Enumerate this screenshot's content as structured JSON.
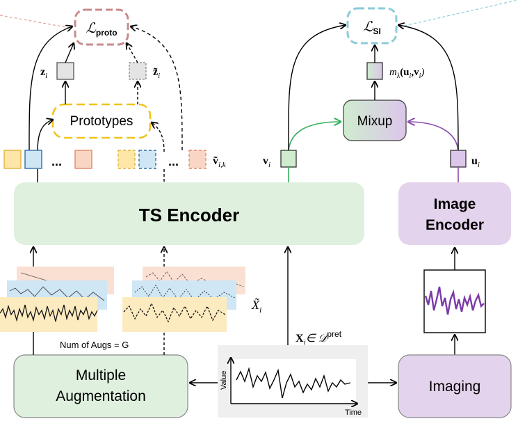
{
  "loss_proto": {
    "script": "ℒ",
    "sub": "proto"
  },
  "loss_si": {
    "script": "ℒ",
    "sub": "SI"
  },
  "z_label": {
    "main": "z",
    "sub": "i"
  },
  "z_tilde_label": {
    "main": "z̃",
    "sub": "i"
  },
  "prototypes_label": "Prototypes",
  "ellipsis": "...",
  "v_tilde_label": {
    "main": "ṽ",
    "sub": "i,k"
  },
  "v_label": {
    "main": "v",
    "sub": "i"
  },
  "u_label": {
    "main": "u",
    "sub": "i"
  },
  "mixup_label": "Mixup",
  "m_label": {
    "main": "m",
    "sub": "λ",
    "args": "(u",
    "args_sub1": "i",
    "args_mid": ",v",
    "args_sub2": "i",
    "args_end": ")"
  },
  "ts_encoder_label": "TS Encoder",
  "image_encoder_label": [
    "Image",
    "Encoder"
  ],
  "x_tilde_label": {
    "main": "X̃",
    "sub": "i"
  },
  "x_label": {
    "main": "X",
    "sub": "i",
    "rest": "∈ 𝒟",
    "sup": "pret"
  },
  "num_augs_label": "Num of Augs = G",
  "multiple_aug_label": [
    "Multiple",
    "Augmentation"
  ],
  "imaging_label": "Imaging",
  "plot_axis": {
    "y": "Value",
    "x": "Time"
  },
  "colors": {
    "proto_loss": "#c98b8b",
    "si_loss": "#8ccbd9",
    "prototypes": "#f0c419",
    "green_box": "#dff0df",
    "purple_box": "#e4d3ec",
    "green_line": "#33b05b",
    "purple_line": "#8a4bb0",
    "yellow_sq": "#fde6a8",
    "blue_sq": "#cfe6f5",
    "orange_sq": "#f9d6c4"
  }
}
